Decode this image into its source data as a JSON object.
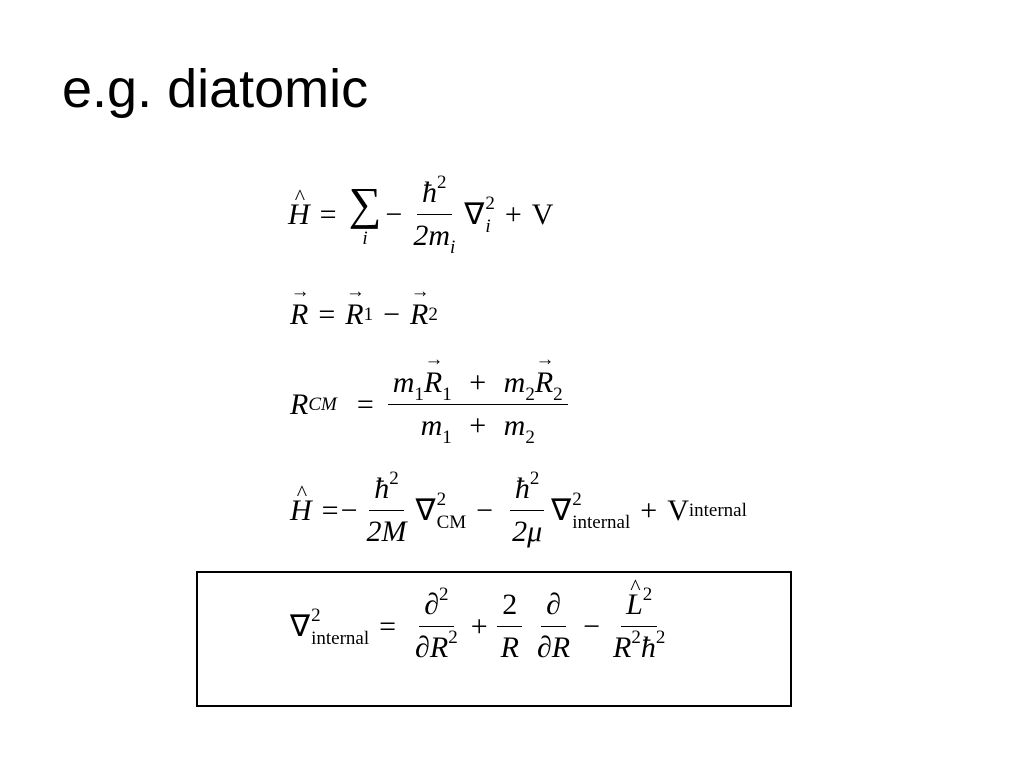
{
  "slide": {
    "title": "e.g. diatomic"
  },
  "equations": {
    "eq1": {
      "H": "H",
      "equals": "=",
      "sum_index": "i",
      "minus": "−",
      "hbar": "ħ",
      "two": "2",
      "two_m": "2m",
      "i": "i",
      "nabla": "∇",
      "plus": "+",
      "V": "V"
    },
    "eq2": {
      "R": "R",
      "equals": "=",
      "R1": "R",
      "one": "1",
      "minus": "−",
      "R2": "R",
      "two": "2"
    },
    "eq3": {
      "R": "R",
      "CM": "CM",
      "equals": "=",
      "m": "m",
      "one": "1",
      "two": "2",
      "plus": "+"
    },
    "eq4": {
      "H": "H",
      "equals": "=",
      "minus": "−",
      "hbar": "ħ",
      "two": "2",
      "two_M": "2M",
      "two_mu": "2μ",
      "nabla": "∇",
      "CM": "CM",
      "internal": "internal",
      "plus": "+",
      "V": "V"
    },
    "eq5": {
      "nabla": "∇",
      "two": "2",
      "internal": "internal",
      "equals": "=",
      "partial": "∂",
      "partial_R": "∂R",
      "R": "R",
      "plus": "+",
      "minus": "−",
      "L": "L",
      "hbar": "ħ"
    }
  }
}
